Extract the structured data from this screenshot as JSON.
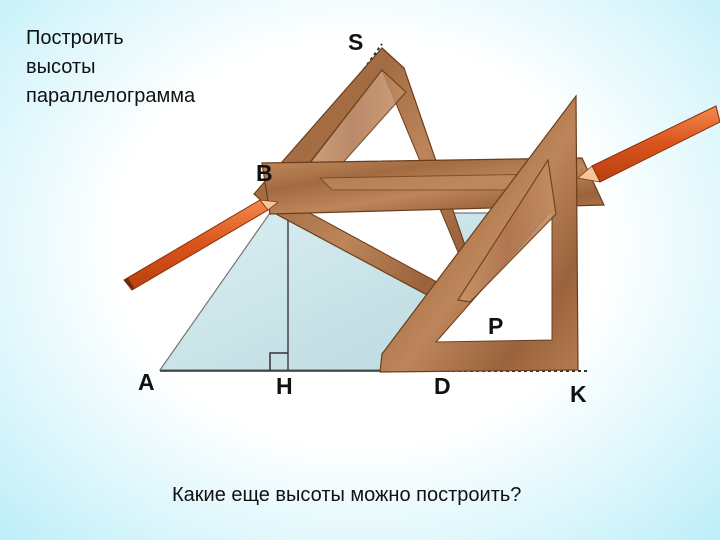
{
  "title": {
    "lines": [
      "Построить",
      "высоты",
      "параллелограмма"
    ]
  },
  "question": "Какие еще высоты можно построить?",
  "points": {
    "S": "S",
    "B": "B",
    "P": "P",
    "A": "A",
    "H": "H",
    "D": "D",
    "K": "K"
  },
  "colors": {
    "background_edge": "#bdeef8",
    "parallelogram_fill": "#cfe6ea",
    "wood": "#a8714a",
    "pencil": "#e8622a"
  },
  "icons": {
    "ruler": "triangle-ruler-icon",
    "pencil": "pencil-icon",
    "right_angle": "right-angle-mark-icon"
  }
}
